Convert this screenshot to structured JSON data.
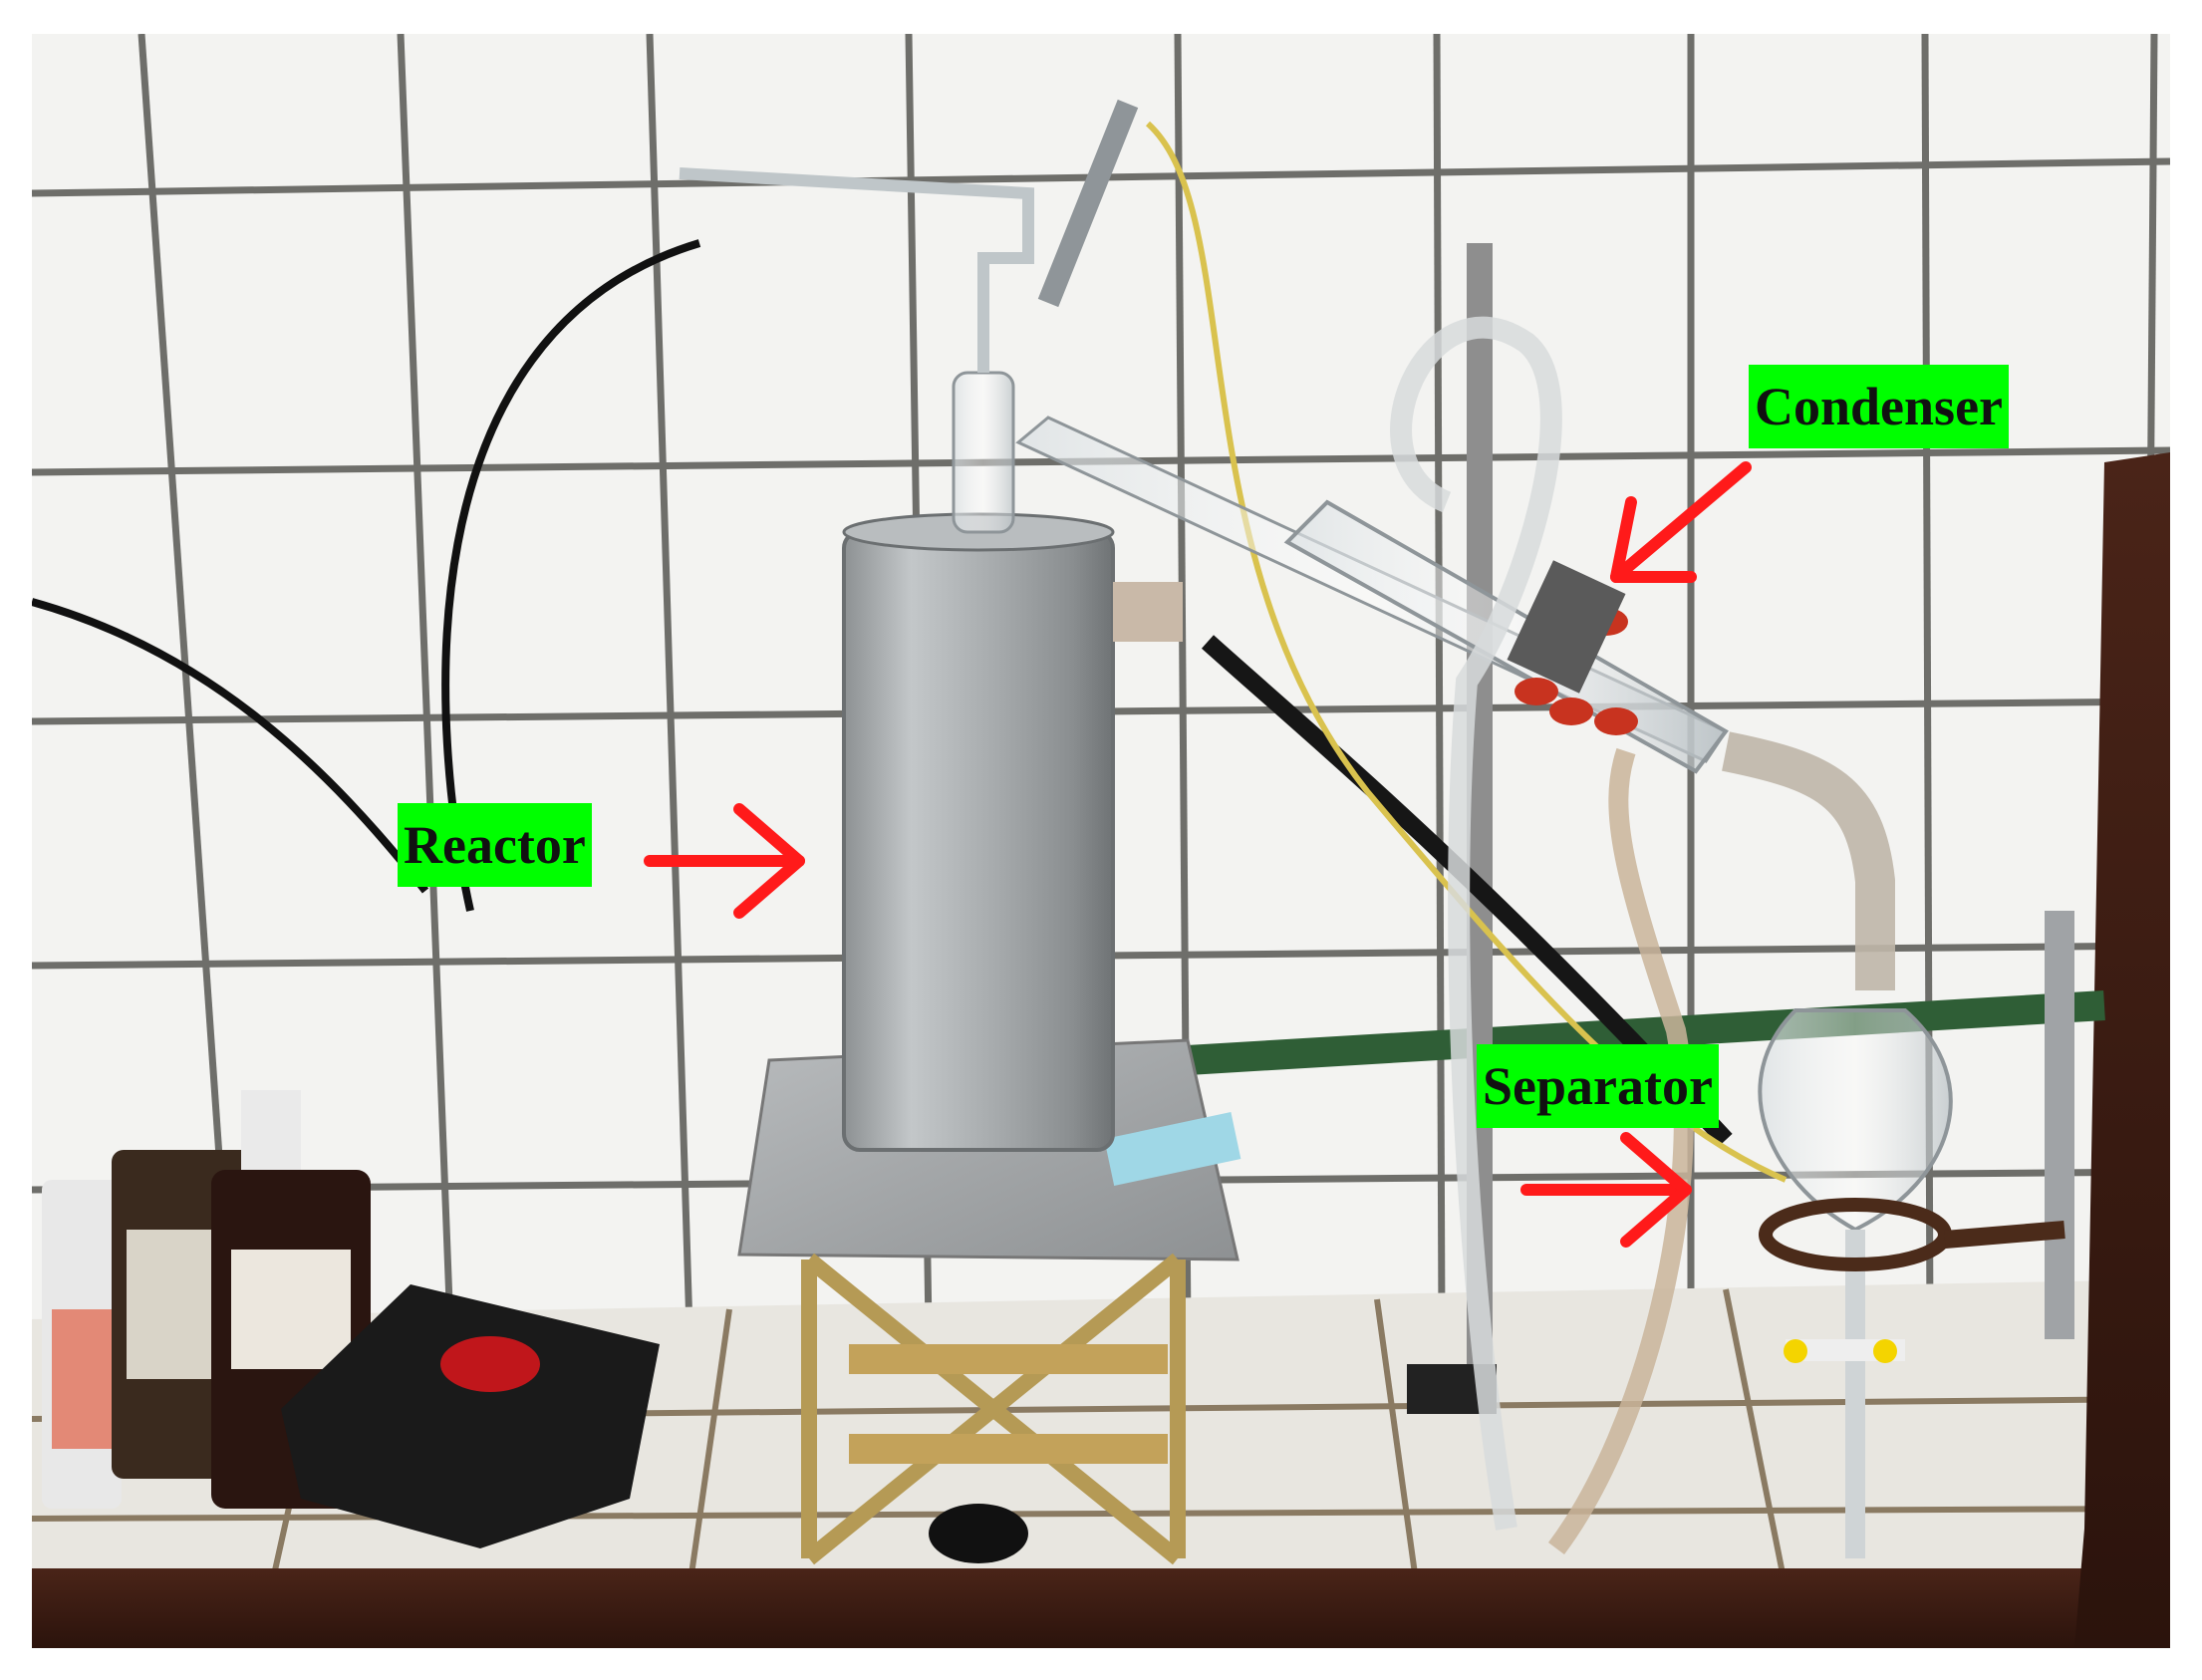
{
  "labels": {
    "reactor": "Reactor",
    "condenser": "Condenser",
    "separator": "Separator"
  },
  "colors": {
    "label_background": "#00ff00",
    "arrow": "#ff1a1a",
    "tile_wall": "#f3f3f1",
    "grout": "#6e6e6a",
    "reactor_metal": "#a9adaf",
    "wood_frame": "#3d1f16"
  },
  "icons": [
    "arrow-right-icon",
    "arrow-down-left-icon"
  ]
}
